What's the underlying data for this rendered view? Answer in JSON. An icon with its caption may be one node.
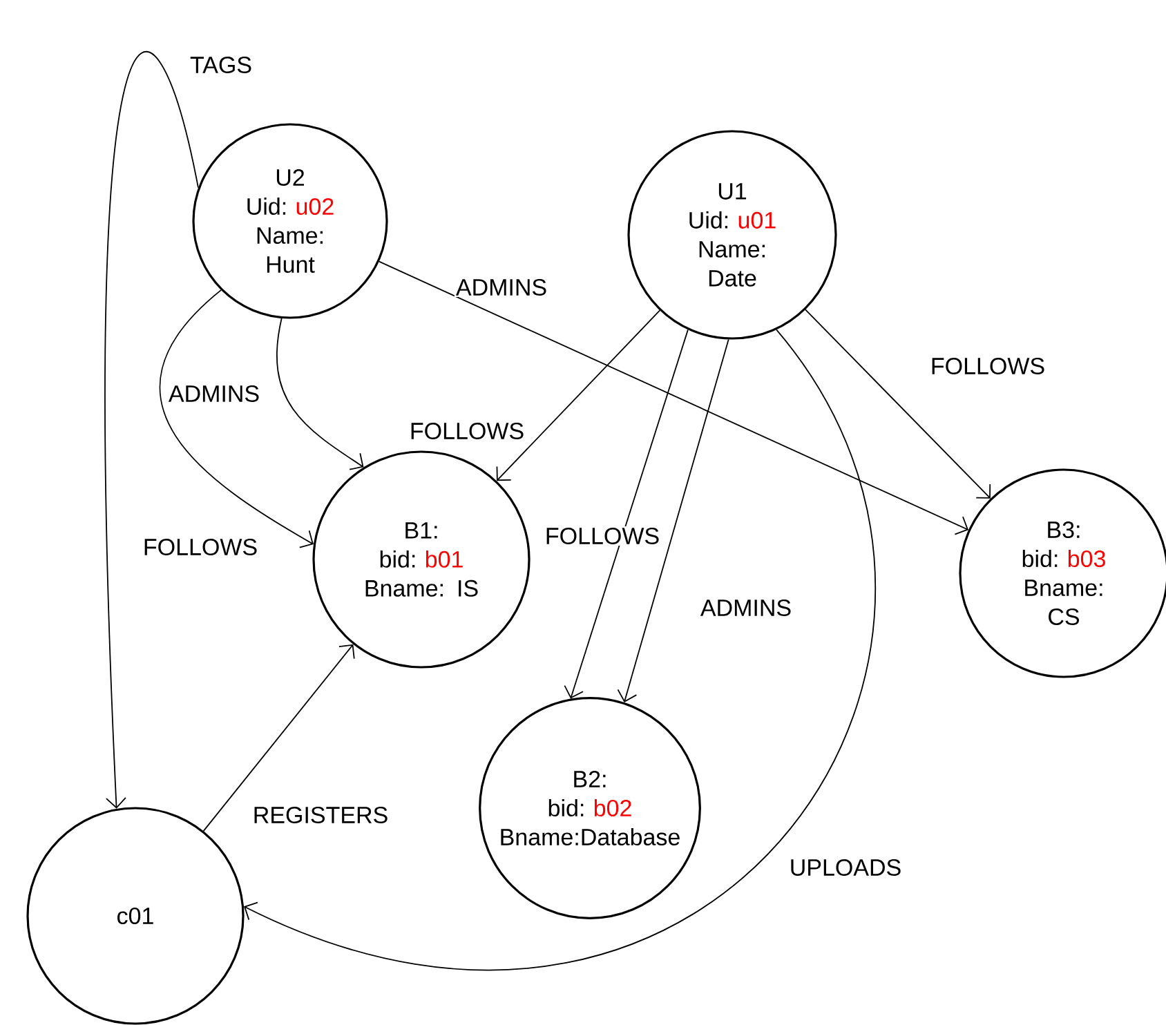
{
  "diagram": {
    "nodes": [
      {
        "text": [
          "U2",
          "Uid:",
          "u02",
          "Name: Hunt"
        ]
      },
      {
        "text": [
          "U1",
          "Uid:",
          "u01",
          "Name: Date"
        ]
      },
      {
        "text": [
          "B1:",
          "bid:",
          "b01",
          "Bname: IS"
        ]
      },
      {
        "text": [
          "B3:",
          "bid:",
          "b03",
          "Bname: CS"
        ]
      },
      {
        "text": [
          "B2:",
          "bid:",
          "b02",
          "Bname:Database"
        ]
      },
      {
        "text": [
          "c01"
        ]
      }
    ],
    "edges": [
      {
        "from": 0,
        "to": 5,
        "arrow": "to",
        "label": "TAGS"
      },
      {
        "from": 0,
        "to": 2,
        "arrow": "to",
        "label": "FOLLOWS"
      },
      {
        "from": 0,
        "to": 2,
        "arrow": "to",
        "label": "ADMINS"
      },
      {
        "from": 0,
        "to": 3,
        "arrow": "to",
        "label": "ADMINS"
      },
      {
        "from": 1,
        "to": 2,
        "arrow": "to",
        "label": "FOLLOWS"
      },
      {
        "from": 1,
        "to": 4,
        "arrow": "to",
        "label": "FOLLOWS"
      },
      {
        "from": 1,
        "to": 4,
        "arrow": "to",
        "label": "ADMINS"
      },
      {
        "from": 1,
        "to": 3,
        "arrow": "to",
        "label": "FOLLOWS"
      },
      {
        "from": 1,
        "to": 5,
        "arrow": "to",
        "label": "UPLOADS"
      },
      {
        "from": 5,
        "to": 2,
        "arrow": "to",
        "label": "REGISTERS"
      }
    ]
  }
}
